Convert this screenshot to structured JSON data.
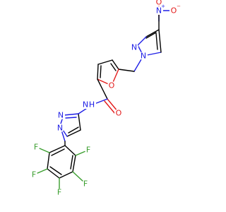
{
  "molecule": {
    "colors": {
      "carbon_bond": "#000000",
      "nitrogen": "#1f1fe6",
      "oxygen": "#e31b1b",
      "fluorine": "#3a9e2e"
    },
    "atoms": {
      "nitro_n": "N",
      "nitro_n_charge": "+",
      "nitro_o_double": "O",
      "nitro_o_single": "O",
      "nitro_o_charge": "−",
      "pyrazole_top_n2": "N",
      "pyrazole_top_n1": "N",
      "furan_o": "O",
      "amide_o": "O",
      "amide_n": "N",
      "amide_h": "H",
      "pyrazole_bottom_n2": "N",
      "pyrazole_bottom_n1": "N",
      "f1": "F",
      "f2": "F",
      "f3": "F",
      "f4": "F",
      "f5": "F"
    }
  }
}
